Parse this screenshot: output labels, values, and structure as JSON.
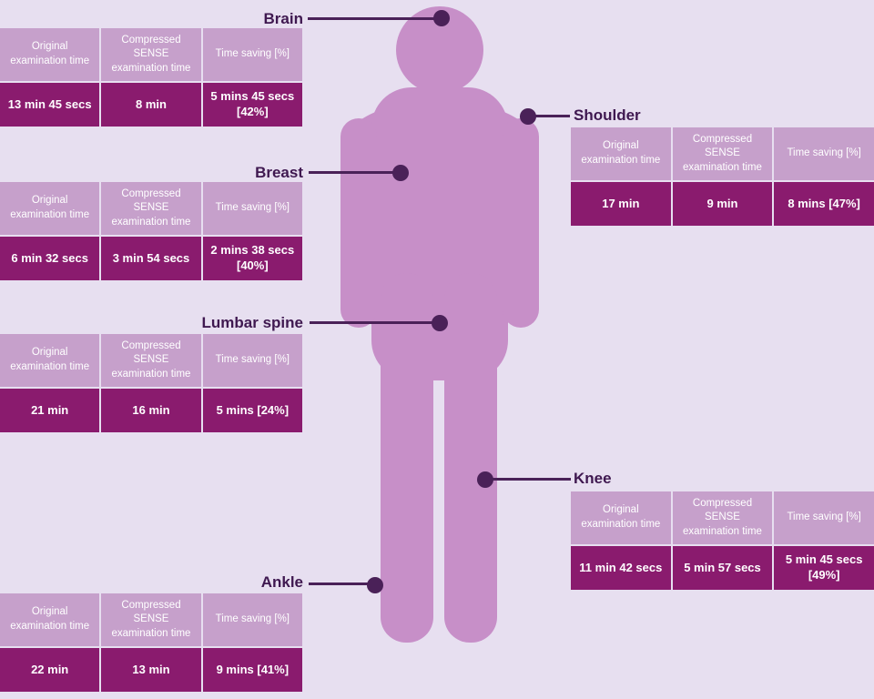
{
  "infographic": {
    "columns": [
      "Original examination time",
      "Compressed SENSE examination time",
      "Time saving [%]"
    ],
    "regions": [
      {
        "label": "Brain",
        "original": "13 min 45 secs",
        "compressed": "8 min",
        "saving": "5 mins 45 secs [42%]"
      },
      {
        "label": "Breast",
        "original": "6 min 32 secs",
        "compressed": "3 min 54 secs",
        "saving": "2 mins 38 secs [40%]"
      },
      {
        "label": "Lumbar spine",
        "original": "21 min",
        "compressed": "16 min",
        "saving": "5 mins [24%]"
      },
      {
        "label": "Ankle",
        "original": "22 min",
        "compressed": "13 min",
        "saving": "9 mins [41%]"
      },
      {
        "label": "Shoulder",
        "original": "17 min",
        "compressed": "9 min",
        "saving": "8 mins [47%]"
      },
      {
        "label": "Knee",
        "original": "11 min 42 secs",
        "compressed": "5 min 57 secs",
        "saving": "5 min 45 secs [49%]"
      }
    ],
    "colors": {
      "background": "#e7dff0",
      "table_header": "#c6a0cb",
      "table_value": "#8a1b6e",
      "body_silhouette": "#c78fc8",
      "accent_dark": "#4a2158",
      "label_text": "#3f1850"
    }
  }
}
